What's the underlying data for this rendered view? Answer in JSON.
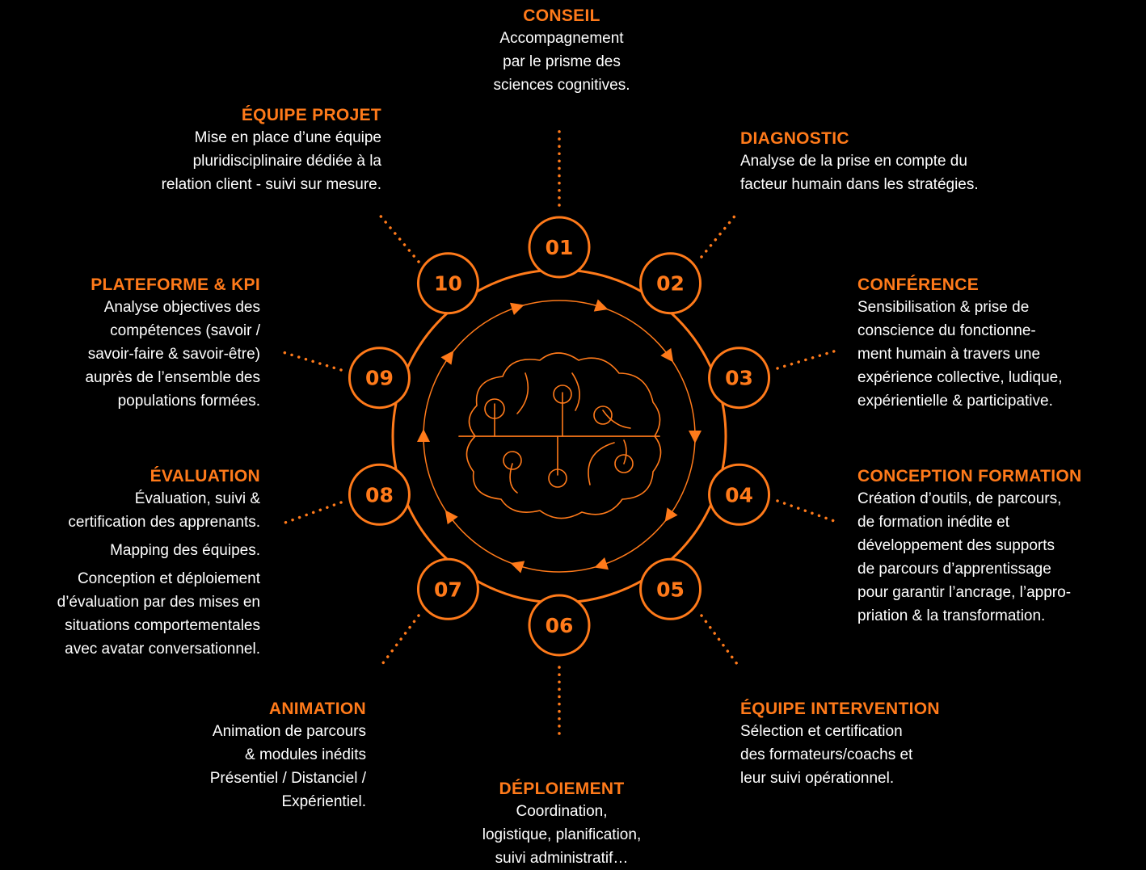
{
  "colors": {
    "accent": "#ff7a1a",
    "background": "#000000",
    "text": "#ffffff"
  },
  "center_icon": "brain-icon",
  "steps": [
    {
      "num": "01",
      "title": "CONSEIL",
      "lines": [
        "Accompagnement",
        "par le prisme des",
        "sciences cognitives."
      ]
    },
    {
      "num": "02",
      "title": "DIAGNOSTIC",
      "lines": [
        "Analyse de la prise en compte du",
        "facteur humain dans les stratégies."
      ]
    },
    {
      "num": "03",
      "title": "CONFÉRENCE",
      "lines": [
        "Sensibilisation & prise de",
        "conscience du fonctionne-",
        "ment humain à travers une",
        "expérience collective, ludique,",
        "expérientielle & participative."
      ]
    },
    {
      "num": "04",
      "title": "CONCEPTION FORMATION",
      "lines": [
        "Création d’outils, de parcours,",
        "de formation inédite et",
        "développement des supports",
        "de parcours d’apprentissage",
        "pour garantir l’ancrage, l’appro-",
        "priation & la transformation."
      ]
    },
    {
      "num": "05",
      "title": "ÉQUIPE INTERVENTION",
      "lines": [
        "Sélection et certification",
        "des formateurs/coachs et",
        "leur suivi opérationnel."
      ]
    },
    {
      "num": "06",
      "title": "DÉPLOIEMENT",
      "lines": [
        "Coordination,",
        "logistique, planification,",
        "suivi administratif…"
      ]
    },
    {
      "num": "07",
      "title": "ANIMATION",
      "lines": [
        "Animation de parcours",
        "& modules inédits",
        "Présentiel / Distanciel /",
        "Expérientiel."
      ]
    },
    {
      "num": "08",
      "title": "ÉVALUATION",
      "lines": [
        "Évaluation, suivi &",
        "certification des apprenants."
      ],
      "extra": [
        [
          "Mapping des équipes."
        ],
        [
          "Conception et déploiement",
          "d’évaluation par des mises en",
          "situations comportementales",
          "avec avatar conversationnel."
        ]
      ]
    },
    {
      "num": "09",
      "title": "PLATEFORME & KPI",
      "lines": [
        "Analyse objectives des",
        "compétences (savoir /",
        "savoir-faire & savoir-être)",
        "auprès de l’ensemble des",
        "populations formées."
      ]
    },
    {
      "num": "10",
      "title": "ÉQUIPE PROJET",
      "lines": [
        "Mise en place d’une équipe",
        "pluridisciplinaire dédiée à la",
        "relation client - suivi sur mesure."
      ]
    }
  ]
}
